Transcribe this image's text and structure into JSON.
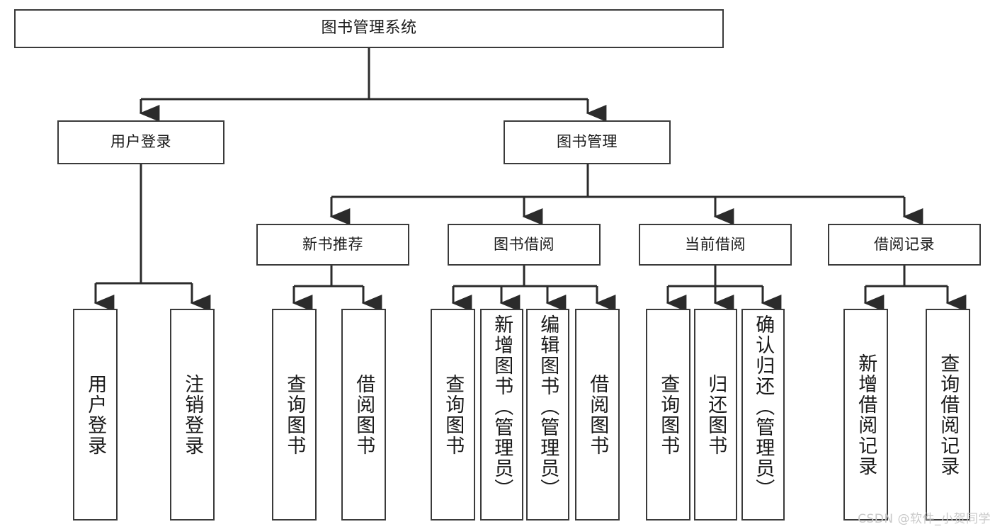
{
  "diagram": {
    "title": "图书管理系统",
    "type": "tree-hierarchy-diagram",
    "root": {
      "label": "图书管理系统"
    },
    "level2": [
      {
        "id": "user-login",
        "label": "用户登录"
      },
      {
        "id": "book-manage",
        "label": "图书管理"
      }
    ],
    "level3": [
      {
        "id": "new-book-recommend",
        "label": "新书推荐"
      },
      {
        "id": "book-borrow",
        "label": "图书借阅"
      },
      {
        "id": "current-borrow",
        "label": "当前借阅"
      },
      {
        "id": "borrow-record",
        "label": "借阅记录"
      }
    ],
    "leaves": {
      "user_login": [
        {
          "id": "leaf-user-login",
          "label": "用户登录"
        },
        {
          "id": "leaf-logout-login",
          "label": "注销登录"
        }
      ],
      "new_book_recommend": [
        {
          "id": "leaf-query-book-1",
          "label": "查询图书"
        },
        {
          "id": "leaf-borrow-book-1",
          "label": "借阅图书"
        }
      ],
      "book_borrow": [
        {
          "id": "leaf-query-book-2",
          "label": "查询图书"
        },
        {
          "id": "leaf-add-book",
          "label": "新增图书（管理员）"
        },
        {
          "id": "leaf-edit-book",
          "label": "编辑图书（管理员）"
        },
        {
          "id": "leaf-borrow-book-2",
          "label": "借阅图书"
        }
      ],
      "current_borrow": [
        {
          "id": "leaf-query-book-3",
          "label": "查询图书"
        },
        {
          "id": "leaf-return-book",
          "label": "归还图书"
        },
        {
          "id": "leaf-confirm-return",
          "label": "确认归还（管理员）"
        }
      ],
      "borrow_record": [
        {
          "id": "leaf-add-record",
          "label": "新增借阅记录"
        },
        {
          "id": "leaf-query-record",
          "label": "查询借阅记录"
        }
      ]
    }
  },
  "watermark": {
    "text": "CSDN @软件_小贺同学"
  },
  "colors": {
    "stroke": "#3a3a3a",
    "text": "#1a1a1a",
    "background": "#ffffff",
    "watermark": "#c9c9c9"
  }
}
